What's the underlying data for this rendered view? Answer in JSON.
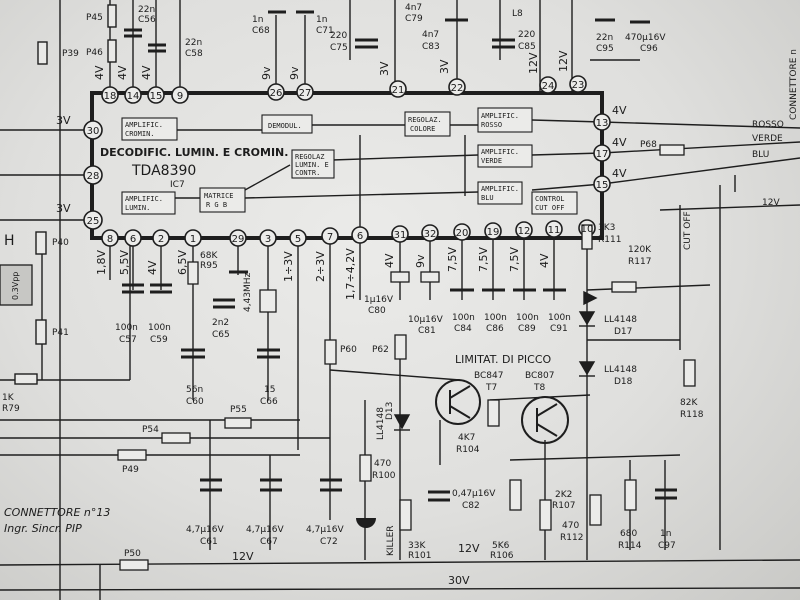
{
  "ic": {
    "title": "DECODIFIC. LUMIN. E CROMIN.",
    "part": "TDA8390",
    "ref": "IC7"
  },
  "blocks": {
    "amp_crom": [
      "AMPLIFIC.",
      "CROMIN."
    ],
    "demod": "DEMODUL.",
    "regol_colore": [
      "REGOLAZ.",
      "COLORE"
    ],
    "amp_rosso": [
      "AMPLIFIC.",
      "ROSSO"
    ],
    "regol_lumin": [
      "REGOLAZ",
      "LUMIN. E",
      "CONTR."
    ],
    "amp_verde": [
      "AMPLIFIC.",
      "VERDE"
    ],
    "amp_lumin": [
      "AMPLIFIC.",
      "LUMIN."
    ],
    "matrice": [
      "MATRICE",
      "R G B"
    ],
    "amp_blu": [
      "AMPLIFIC.",
      "BLU"
    ],
    "control": [
      "CONTROL",
      "CUT OFF"
    ]
  },
  "pins_top": [
    "14",
    "15",
    "9",
    "26",
    "27",
    "21",
    "22",
    "24",
    "23"
  ],
  "pin_18": "18",
  "pins_left": [
    "30",
    "28",
    "25"
  ],
  "pins_right": [
    "13",
    "17",
    "15"
  ],
  "pins_bottom": [
    "8",
    "6",
    "2",
    "1",
    "29",
    "3",
    "5",
    "7",
    "6",
    "31",
    "32",
    "20",
    "19",
    "12",
    "11",
    "10"
  ],
  "volt_left": [
    "3V",
    "3V"
  ],
  "volt_top": [
    "4V",
    "4V",
    "4V",
    "9v",
    "9v",
    "3V",
    "3V",
    "12V",
    "12V"
  ],
  "volt_right": [
    "4V",
    "4V",
    "4V"
  ],
  "volt_bottom": [
    "1,8V",
    "5,5V",
    "4V",
    "6,5V",
    "1÷3V",
    "2÷3V",
    "1,7÷4,2V",
    "4V",
    "9v",
    "7,5V",
    "7,5V",
    "7,5V",
    "4V"
  ],
  "signals": [
    "ROSSO",
    "VERDE",
    "BLU",
    "12V",
    "CUT OFF"
  ],
  "connector_side": "CONNETTORE n",
  "top_caps": [
    {
      "v": "22n",
      "r": "C56"
    },
    {
      "v": "22n",
      "r": "C58"
    },
    {
      "v": "1n",
      "r": "C68"
    },
    {
      "v": "1n",
      "r": "C71"
    },
    {
      "v": "220",
      "r": "C75"
    },
    {
      "v": "4n7",
      "r": "C79"
    },
    {
      "v": "4n7",
      "r": "C83"
    },
    {
      "v": "220",
      "r": "C85"
    },
    {
      "v": "22n",
      "r": "C95"
    },
    {
      "v": "470μ16V",
      "r": "C96"
    }
  ],
  "top_parts": [
    "P45",
    "P46",
    "P39",
    "L8"
  ],
  "bottom_caps": [
    {
      "v": "100n",
      "r": "C57"
    },
    {
      "v": "100n",
      "r": "C59"
    },
    {
      "v": "1μ16V",
      "r": "C80"
    },
    {
      "v": "10μ16V",
      "r": "C81"
    },
    {
      "v": "100n",
      "r": "C84"
    },
    {
      "v": "100n",
      "r": "C86"
    },
    {
      "v": "100n",
      "r": "C89"
    },
    {
      "v": "100n",
      "r": "C91"
    }
  ],
  "filter": {
    "r": "68K",
    "rref": "R95",
    "c1": "2n2",
    "c1ref": "C65",
    "c2": "56n",
    "c2ref": "C60"
  },
  "crystal": {
    "f": "4,43MHz",
    "c": "15",
    "cref": "C66"
  },
  "res_right": [
    {
      "v": "3K3",
      "r": "R111"
    },
    {
      "v": "120K",
      "r": "R117"
    },
    {
      "v": "82K",
      "r": "R118"
    }
  ],
  "diodes": [
    {
      "v": "LL4148",
      "r": "D17"
    },
    {
      "v": "LL4148",
      "r": "D18"
    },
    {
      "v": "LL4148",
      "r": "D13"
    }
  ],
  "limiter": "LIMITAT. DI PICCO",
  "transistors": [
    {
      "v": "BC847",
      "r": "T7"
    },
    {
      "v": "BC807",
      "r": "T8"
    }
  ],
  "mid_parts": [
    "P60",
    "P62",
    "P55",
    "P54",
    "P49",
    "P40",
    "P41",
    "P50",
    "P68"
  ],
  "res_low": [
    {
      "v": "4K7",
      "r": "R104"
    },
    {
      "v": "470",
      "r": "R100"
    },
    {
      "v": "33K",
      "r": "R101"
    },
    {
      "v": "5K6",
      "r": "R106"
    },
    {
      "v": "2K2",
      "r": "R107"
    },
    {
      "v": "470",
      "r": "R112"
    },
    {
      "v": "680",
      "r": "R114"
    },
    {
      "v": "1K",
      "r": "R79"
    }
  ],
  "caps_low": [
    {
      "v": "4,7μ16V",
      "r": "C61"
    },
    {
      "v": "4,7μ16V",
      "r": "C67"
    },
    {
      "v": "4,7μ16V",
      "r": "C72"
    },
    {
      "v": "0,47μ16V",
      "r": "C82"
    },
    {
      "v": "1n",
      "r": "C97"
    }
  ],
  "killer": "KILLER",
  "connector": [
    "CONNETTORE n°13",
    "Ingr. Sincr. PIP"
  ],
  "rails": [
    "12V",
    "12V",
    "30V"
  ],
  "tag_left": "H",
  "sticker": "0.3Vpp"
}
